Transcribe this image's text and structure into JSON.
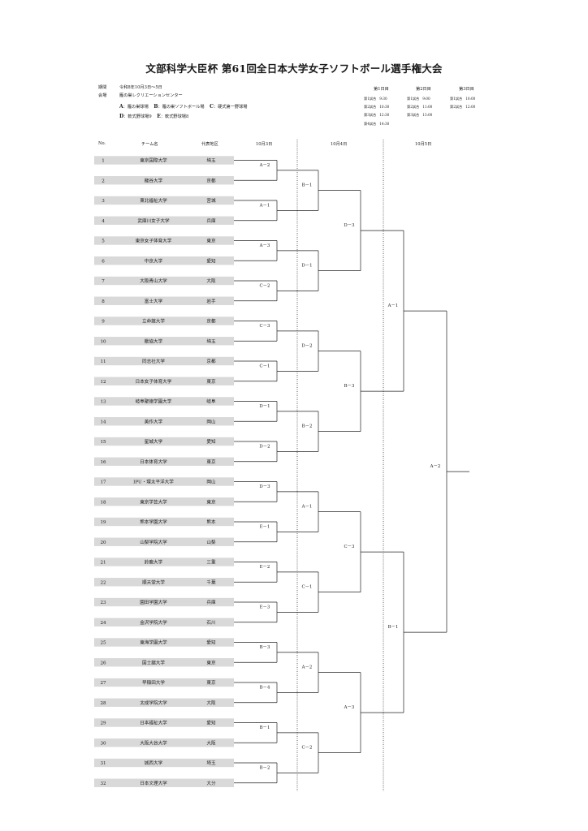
{
  "title": "文部科学大臣杯 第61回全日本大学女子ソフトボール選手権大会",
  "info": {
    "period_label": "期間",
    "period_value": "令和8年10月3日～5日",
    "venue_label": "会場",
    "venue_value": "雁の巣レクリエーションセンター",
    "venues_line1": [
      {
        "code": "A",
        "name": "：雁の巣球場"
      },
      {
        "code": "B",
        "name": "：雁の巣ソフトボール場"
      },
      {
        "code": "C",
        "name": "：硬式第一野球場"
      }
    ],
    "venues_line2": [
      {
        "code": "D",
        "name": "：軟式野球場9"
      },
      {
        "code": "E",
        "name": "：軟式野球場8"
      }
    ]
  },
  "schedule": {
    "days": [
      {
        "label": "第1日目",
        "rows": [
          [
            "第1試合",
            "9:30"
          ],
          [
            "第2試合",
            "10:30"
          ],
          [
            "第3試合",
            "12:30"
          ],
          [
            "第4試合",
            "14:30"
          ]
        ]
      },
      {
        "label": "第2日目",
        "rows": [
          [
            "第1試合",
            "9:00"
          ],
          [
            "第2試合",
            "11:00"
          ],
          [
            "第3試合",
            "13:00"
          ]
        ]
      },
      {
        "label": "第3日目",
        "rows": [
          [
            "第1試合",
            "10:00"
          ],
          [
            "第2試合",
            "12:00"
          ]
        ]
      }
    ]
  },
  "headers": {
    "no": "No.",
    "team": "チーム名",
    "region": "代表地区",
    "day1": "10月3日",
    "day2": "10月4日",
    "day3": "10月5日"
  },
  "teams": [
    {
      "no": "1",
      "name": "東京国際大学",
      "region": "埼玉"
    },
    {
      "no": "2",
      "name": "龍谷大学",
      "region": "京都"
    },
    {
      "no": "3",
      "name": "東北福祉大学",
      "region": "宮城"
    },
    {
      "no": "4",
      "name": "武庫川女子大学",
      "region": "兵庫"
    },
    {
      "no": "5",
      "name": "東京女子体育大学",
      "region": "東京"
    },
    {
      "no": "6",
      "name": "中京大学",
      "region": "愛知"
    },
    {
      "no": "7",
      "name": "大阪青山大学",
      "region": "大阪"
    },
    {
      "no": "8",
      "name": "富士大学",
      "region": "岩手"
    },
    {
      "no": "9",
      "name": "立命館大学",
      "region": "京都"
    },
    {
      "no": "10",
      "name": "獣協大学",
      "region": "埼玉"
    },
    {
      "no": "11",
      "name": "同志社大学",
      "region": "京都"
    },
    {
      "no": "12",
      "name": "日本女子体育大学",
      "region": "東京"
    },
    {
      "no": "13",
      "name": "岐阜聖徳学園大学",
      "region": "岐阜"
    },
    {
      "no": "14",
      "name": "美作大学",
      "region": "岡山"
    },
    {
      "no": "15",
      "name": "星城大学",
      "region": "愛知"
    },
    {
      "no": "16",
      "name": "日本体育大学",
      "region": "東京"
    },
    {
      "no": "17",
      "name": "IPU・環太平洋大学",
      "region": "岡山"
    },
    {
      "no": "18",
      "name": "東京学芸大学",
      "region": "東京"
    },
    {
      "no": "19",
      "name": "熊本学園大学",
      "region": "熊本"
    },
    {
      "no": "20",
      "name": "山梨学院大学",
      "region": "山梨"
    },
    {
      "no": "21",
      "name": "鈴鹿大学",
      "region": "三重"
    },
    {
      "no": "22",
      "name": "順天堂大学",
      "region": "千葉"
    },
    {
      "no": "23",
      "name": "園田学園大学",
      "region": "兵庫"
    },
    {
      "no": "24",
      "name": "金沢学院大学",
      "region": "石川"
    },
    {
      "no": "25",
      "name": "東海学園大学",
      "region": "愛知"
    },
    {
      "no": "26",
      "name": "国士舘大学",
      "region": "東京"
    },
    {
      "no": "27",
      "name": "早稲田大学",
      "region": "東京"
    },
    {
      "no": "28",
      "name": "太成学院大学",
      "region": "大阪"
    },
    {
      "no": "29",
      "name": "日本福祉大学",
      "region": "愛知"
    },
    {
      "no": "30",
      "name": "大阪大谷大学",
      "region": "大阪"
    },
    {
      "no": "31",
      "name": "城西大学",
      "region": "埼玉"
    },
    {
      "no": "32",
      "name": "日本文理大学",
      "region": "大分"
    }
  ],
  "matches": {
    "round1": [
      "A－2",
      "A－1",
      "A－3",
      "C－2",
      "C－3",
      "C－1",
      "D－1",
      "D－2",
      "D－3",
      "E－1",
      "E－2",
      "E－3",
      "B－3",
      "B－4",
      "B－1",
      "B－2"
    ],
    "round2": [
      "B－1",
      "D－1",
      "D－2",
      "B－2",
      "A－1",
      "C－1",
      "A－2",
      "C－2"
    ],
    "round3": [
      "D－3",
      "B－3",
      "C－3",
      "A－3"
    ],
    "round4": [
      "A－1",
      "B－1"
    ],
    "final": [
      "A－2"
    ]
  }
}
